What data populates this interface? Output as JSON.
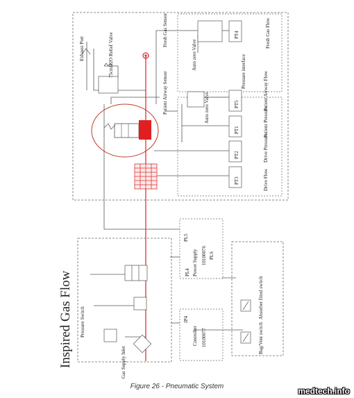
{
  "figure": {
    "title": "Inspired Gas Flow",
    "caption": "Figure 26 - Pneumatic System",
    "watermark": "medtech.info"
  },
  "labels": {
    "exhaust_port": "Exhaust Port",
    "relief_valve": "75cmH2O Relief Valve",
    "fresh_gas_sensor": "Fresh Gas Sensor",
    "auto_zero_valve_top": "Auto zero Valve",
    "pt4": "PT4",
    "fresh_gas_flow": "Fresh Gas Flow",
    "pressure_interface": "Pressure interface",
    "patient_airway_sensor": "Patient Airway Sensor",
    "auto_zero_valve_mid": "Auto zero Valve",
    "pt5": "PT5",
    "patient_airway_flow": "Patient Airway Flow",
    "pt1": "PT1",
    "patient_pressure": "Patient Pressure",
    "pt2": "PT2",
    "drive_pressure": "Drive Pressure",
    "pt3": "PT3",
    "drive_flow": "Drive Flow",
    "pl5": "PL5",
    "pl4": "PL4",
    "power_supply": "Power Supply",
    "power_supply_pn": "10100076",
    "pls": "PLS",
    "pressure_switch": "Pressure Switch",
    "gas_supply_inlet": "Gas Supply Inlet",
    "jp4": "JP4",
    "controller": "Controller",
    "controller_pn": "10100077",
    "bag_vent_switch": "Bag/Vent switch",
    "absorber_fitted_switch": "Absorber fitted switch"
  },
  "colors": {
    "line": "#555555",
    "gas_path": "#e03030",
    "highlight_circle": "#c0392b"
  }
}
